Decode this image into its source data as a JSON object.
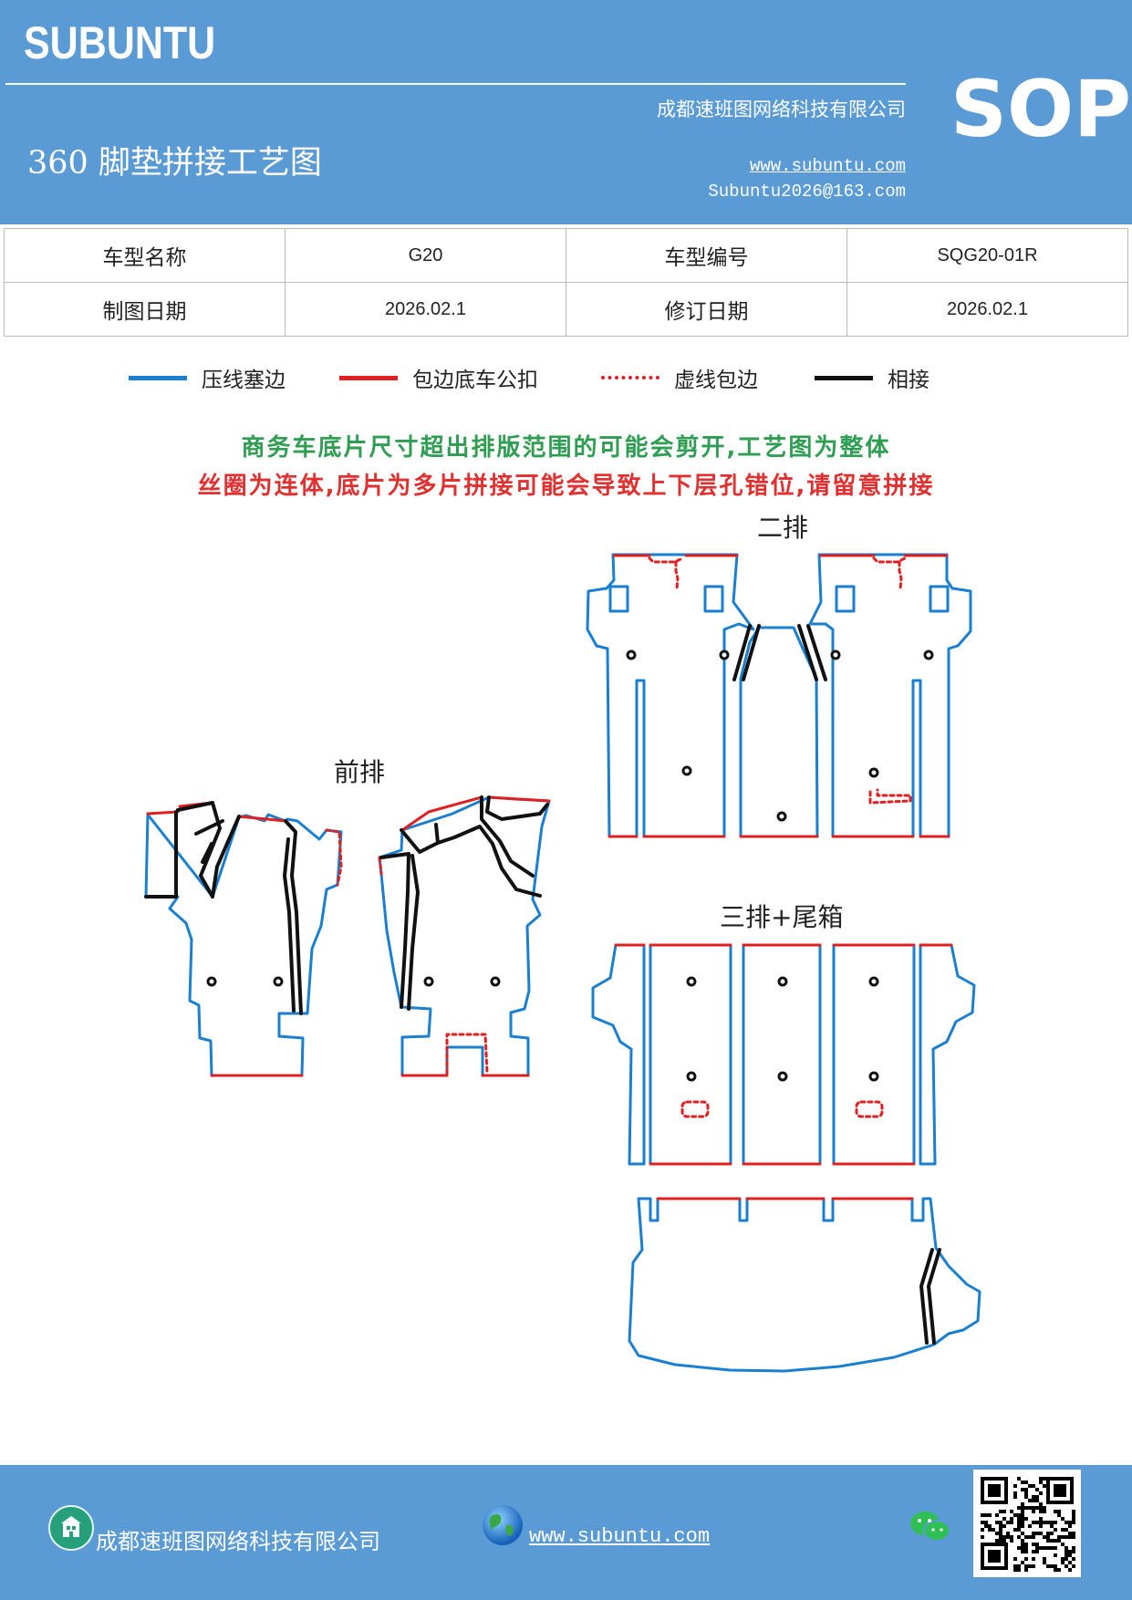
{
  "header": {
    "brand": "SUBUNTU",
    "company": "成都速班图网络科技有限公司",
    "badge": "SOP",
    "title": "360 脚垫拼接工艺图",
    "website": "www.subuntu.com",
    "email": "Subuntu2026@163.com",
    "bg_color": "#5b9bd5"
  },
  "info_table": {
    "model_name_label": "车型名称",
    "model_name": "G20",
    "model_code_label": "车型编号",
    "model_code": "SQG20-01R",
    "draw_date_label": "制图日期",
    "draw_date": "2026.02.1",
    "revise_date_label": "修订日期",
    "revise_date": "2026.02.1"
  },
  "legend": [
    {
      "label": "压线塞边",
      "color": "#1a7fd0",
      "style": "solid"
    },
    {
      "label": "包边底车公扣",
      "color": "#e02020",
      "style": "solid"
    },
    {
      "label": "虚线包边",
      "color": "#e02020",
      "style": "dotted"
    },
    {
      "label": "相接",
      "color": "#111111",
      "style": "solid"
    }
  ],
  "notice": {
    "line1": "商务车底片尺寸超出排版范围的可能会剪开,工艺图为整体",
    "line2": "丝圈为连体,底片为多片拼接可能会导致上下层孔错位,请留意拼接",
    "line1_color": "#2f9e52",
    "line2_color": "#e03030"
  },
  "sections": {
    "second_row": "二排",
    "front_row": "前排",
    "third_row": "三排+尾箱"
  },
  "footer": {
    "company": "成都速班图网络科技有限公司",
    "website": "www.subuntu.com",
    "icons": [
      "building-icon",
      "globe-icon",
      "wechat-icon",
      "qr-code"
    ]
  }
}
